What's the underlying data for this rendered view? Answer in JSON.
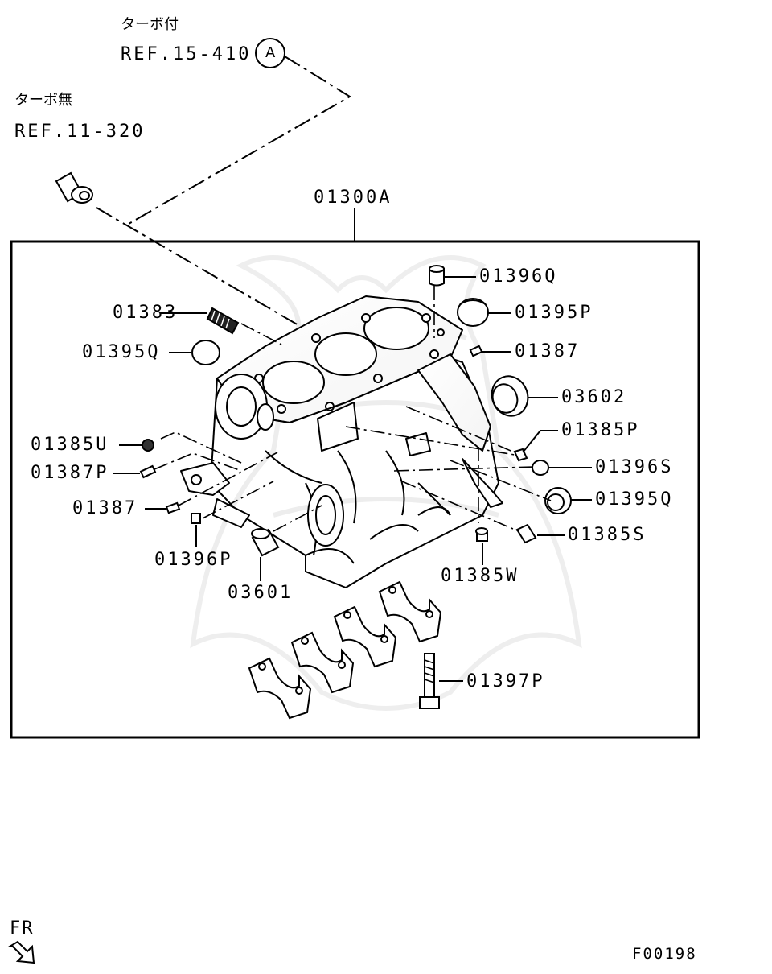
{
  "turbo_note": {
    "with_turbo": "ターボ付",
    "with_turbo_ref": "REF.15-410",
    "ref_marker": "A",
    "without_turbo": "ターボ無",
    "without_turbo_ref": "REF.11-320"
  },
  "assembly": {
    "number": "01300A"
  },
  "parts": {
    "p01396Q": "01396Q",
    "p01395P": "01395P",
    "p01387_right": "01387",
    "p03602": "03602",
    "p01385P": "01385P",
    "p01396S": "01396S",
    "p01395Q_right": "01395Q",
    "p01385S": "01385S",
    "p01385W": "01385W",
    "p01383": "01383",
    "p01395Q_left": "01395Q",
    "p01385U": "01385U",
    "p01387P": "01387P",
    "p01387_left": "01387",
    "p01396P": "01396P",
    "p03601": "03601",
    "p01397P": "01397P"
  },
  "footer": {
    "direction": "FR",
    "figure_id": "F00198"
  }
}
